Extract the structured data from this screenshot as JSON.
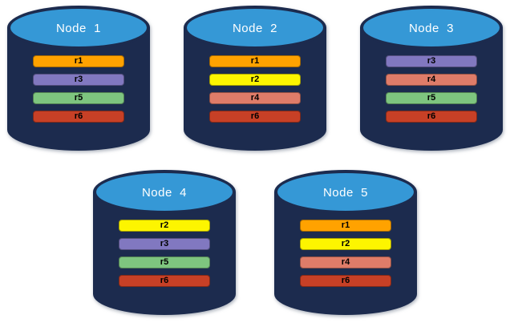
{
  "diagram": {
    "description": "Database replication diagram: five node cylinders holding colored replica bars",
    "colors": {
      "cylinder_body": "#1C2B4E",
      "cylinder_top": "#3598D6",
      "title_text": "#FFFFFF",
      "bar_text": "#000000",
      "background": "#FFFFFF"
    },
    "replica_colors": {
      "r1": "#FFA200",
      "r2": "#FDF500",
      "r3": "#8178C0",
      "r4": "#DF7C69",
      "r5": "#7EC57F",
      "r6": "#C74026"
    },
    "nodes": [
      {
        "label": "Node  1",
        "replicas": [
          "r1",
          "r3",
          "r5",
          "r6"
        ]
      },
      {
        "label": "Node  2",
        "replicas": [
          "r1",
          "r2",
          "r4",
          "r6"
        ]
      },
      {
        "label": "Node  3",
        "replicas": [
          "r3",
          "r4",
          "r5",
          "r6"
        ]
      },
      {
        "label": "Node  4",
        "replicas": [
          "r2",
          "r3",
          "r5",
          "r6"
        ]
      },
      {
        "label": "Node  5",
        "replicas": [
          "r1",
          "r2",
          "r4",
          "r6"
        ]
      }
    ],
    "rows": [
      [
        0,
        1,
        2
      ],
      [
        3,
        4
      ]
    ]
  }
}
